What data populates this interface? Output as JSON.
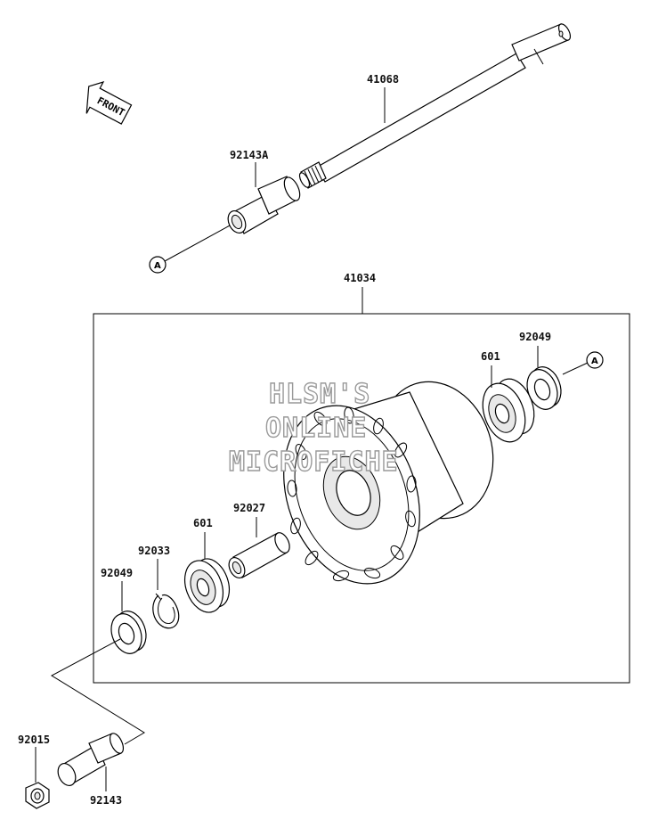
{
  "labels": {
    "axle": "41068",
    "collar_right": "92143A",
    "ref_a_left": "A",
    "hub_assembly": "41034",
    "bearing_right": "601",
    "seal_right": "92049",
    "ref_a_right": "A",
    "spacer": "92027",
    "bearing_left": "601",
    "circlip": "92033",
    "seal_left": "92049",
    "nut": "92015",
    "collar_left": "92143"
  },
  "front_indicator": "FRONT",
  "watermark": [
    "HLSM'S",
    "ONLINE",
    "MICROFICHE"
  ]
}
